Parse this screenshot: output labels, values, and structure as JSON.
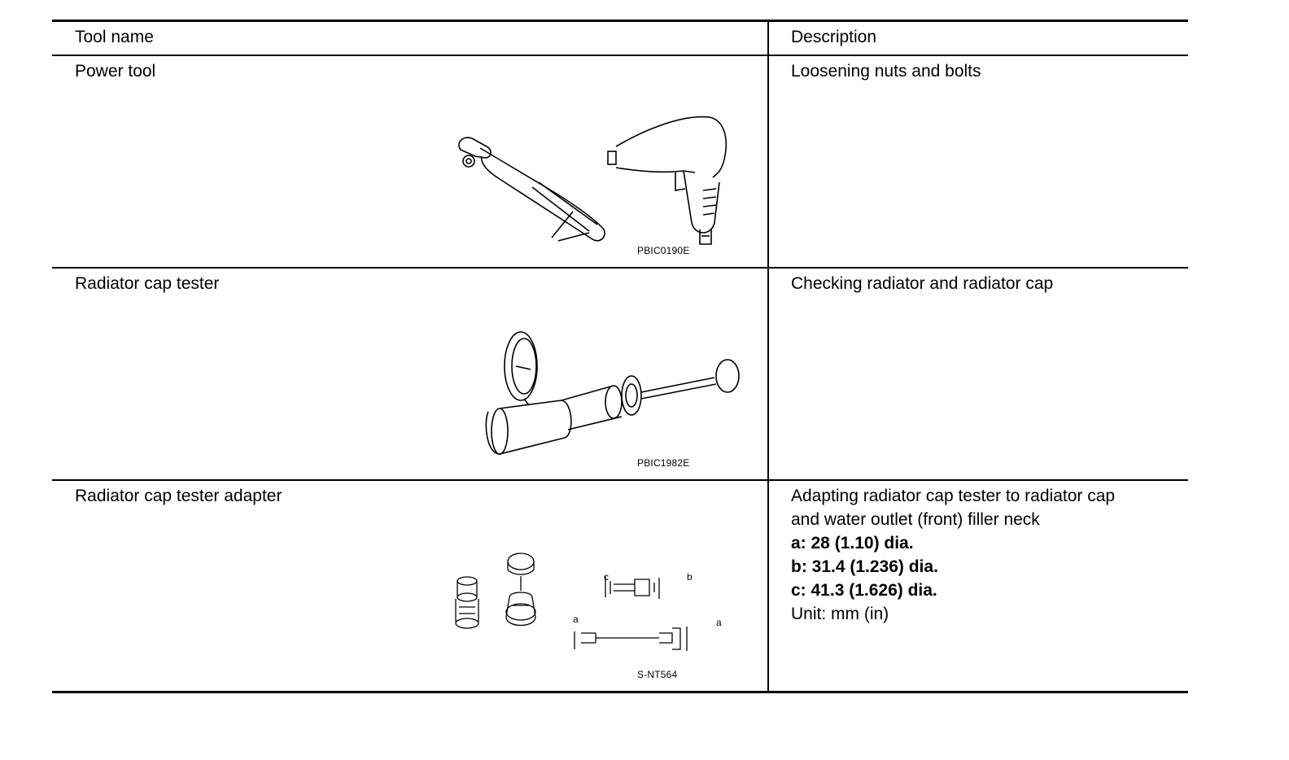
{
  "table": {
    "headers": {
      "tool_name": "Tool name",
      "description": "Description"
    },
    "rows": [
      {
        "tool_name": "Power tool",
        "description_lines": [
          "Loosening nuts and bolts"
        ],
        "figure_code": "PBIC0190E",
        "figure": "impact-wrench-and-ratchet-illustration"
      },
      {
        "tool_name": "Radiator cap tester",
        "description_lines": [
          "Checking radiator and radiator cap"
        ],
        "figure_code": "PBIC1982E",
        "figure": "pressure-gauge-pump-illustration"
      },
      {
        "tool_name": "Radiator cap tester adapter",
        "description_lines": [
          "Adapting radiator cap tester to radiator cap",
          "and water outlet (front) filler neck"
        ],
        "dimensions": [
          "a: 28 (1.10) dia.",
          "b: 31.4 (1.236) dia.",
          "c: 41.3 (1.626) dia."
        ],
        "unit": "Unit: mm (in)",
        "figure_code": "S-NT564",
        "figure": "adapter-parts-with-dimension-diagram",
        "figure_labels": {
          "a": "a",
          "b": "b",
          "c": "c"
        }
      }
    ]
  }
}
